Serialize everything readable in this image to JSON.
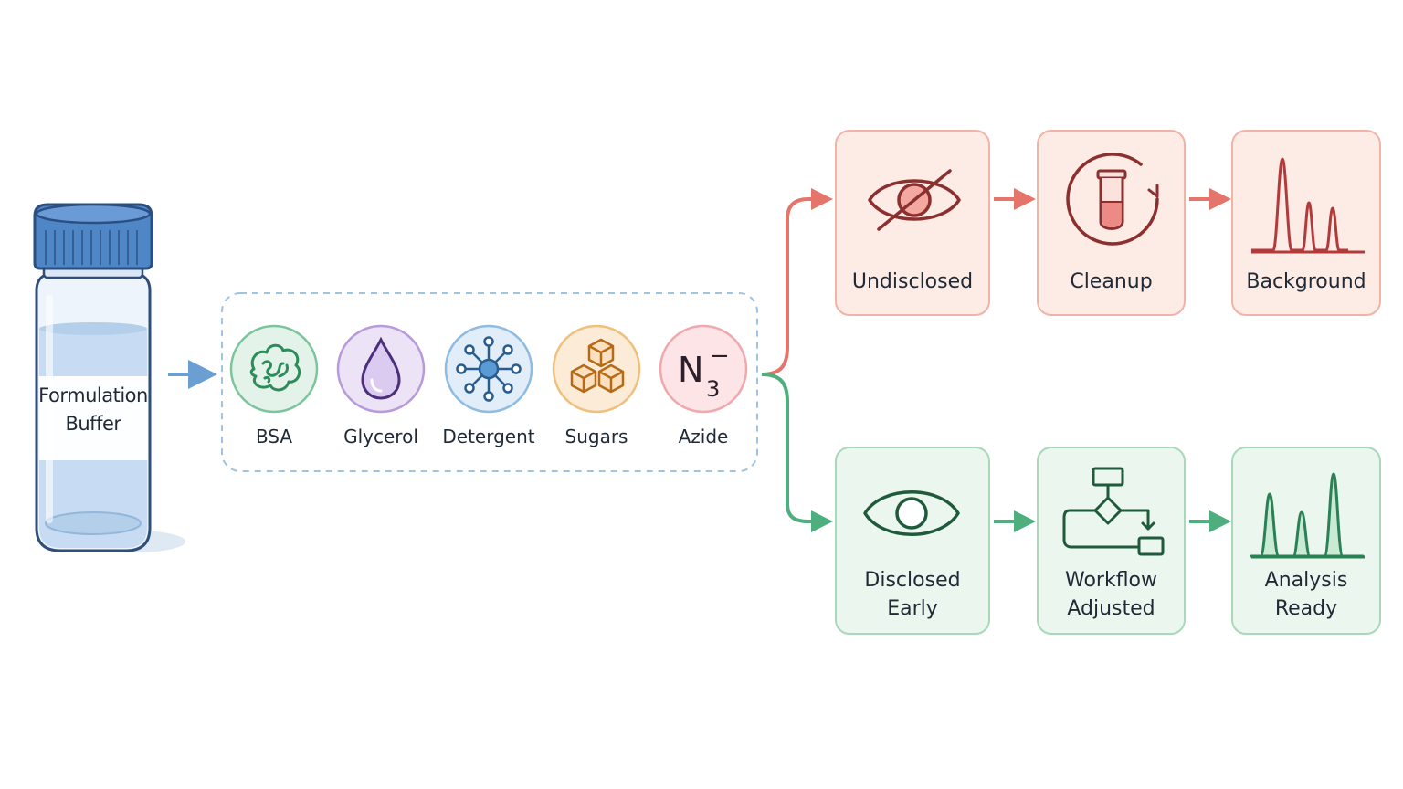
{
  "vial": {
    "label_line1": "Formulation",
    "label_line2": "Buffer"
  },
  "ingredients": [
    {
      "label": "BSA",
      "icon": "protein-icon"
    },
    {
      "label": "Glycerol",
      "icon": "droplet-icon"
    },
    {
      "label": "Detergent",
      "icon": "molecule-icon"
    },
    {
      "label": "Sugars",
      "icon": "cubes-icon"
    },
    {
      "label": "Azide",
      "icon": "azide-formula-icon",
      "formula": "N",
      "subscript": "3",
      "superscript": "−"
    }
  ],
  "paths": {
    "undisclosed": {
      "color": "#e5756a",
      "steps": [
        {
          "line1": "Undisclosed",
          "line2": "",
          "icon": "eye-slash-icon"
        },
        {
          "line1": "Cleanup",
          "line2": "",
          "icon": "test-tube-cycle-icon"
        },
        {
          "line1": "Background",
          "line2": "",
          "icon": "noisy-peaks-icon"
        }
      ]
    },
    "disclosed": {
      "color": "#4fae7e",
      "steps": [
        {
          "line1": "Disclosed",
          "line2": "Early",
          "icon": "eye-icon"
        },
        {
          "line1": "Workflow",
          "line2": "Adjusted",
          "icon": "flowchart-icon"
        },
        {
          "line1": "Analysis",
          "line2": "Ready",
          "icon": "clean-peaks-icon"
        }
      ]
    }
  },
  "colors": {
    "vial_cap": "#4f86c6",
    "input_arrow": "#6c9fd1",
    "bad_fill": "#fdebe6",
    "good_fill": "#eaf6ee",
    "bad_stroke": "#8b2f2f",
    "good_stroke": "#1f5a3a"
  }
}
